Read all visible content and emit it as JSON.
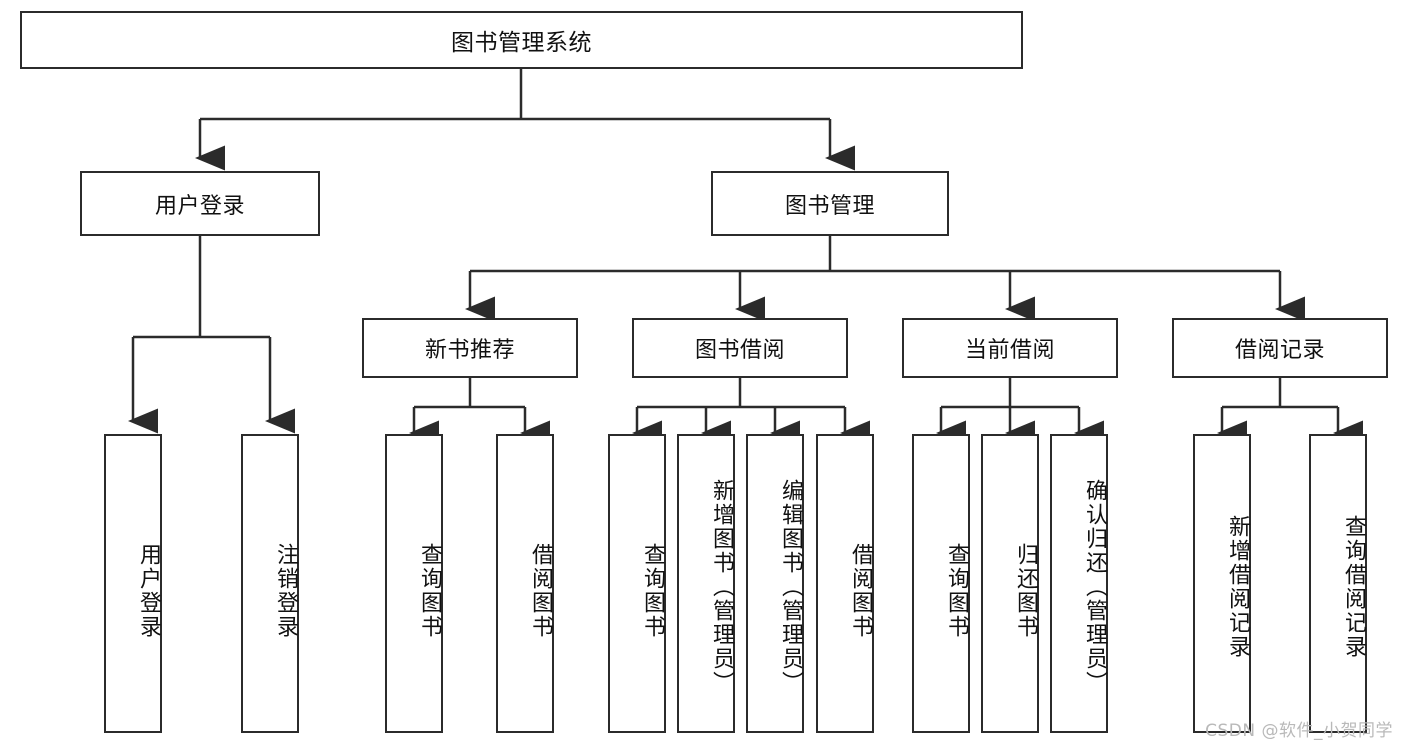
{
  "diagram": {
    "title": "图书管理系统",
    "watermark": "CSDN @软件_小贺同学",
    "accent_color": "#2b2b2b",
    "background_color": "#ffffff",
    "root": {
      "label": "图书管理系统"
    },
    "level2": [
      {
        "label": "用户登录"
      },
      {
        "label": "图书管理"
      }
    ],
    "level3": [
      {
        "label": "新书推荐"
      },
      {
        "label": "图书借阅"
      },
      {
        "label": "当前借阅"
      },
      {
        "label": "借阅记录"
      }
    ],
    "leaves": {
      "user_login": [
        {
          "label": "用户登录"
        },
        {
          "label": "注销登录"
        }
      ],
      "new_book_recommend": [
        {
          "label": "查询图书"
        },
        {
          "label": "借阅图书"
        }
      ],
      "book_borrow": [
        {
          "label": "查询图书"
        },
        {
          "label": "新增图书（管理员）"
        },
        {
          "label": "编辑图书（管理员）"
        },
        {
          "label": "借阅图书"
        }
      ],
      "current_borrow": [
        {
          "label": "查询图书"
        },
        {
          "label": "归还图书"
        },
        {
          "label": "确认归还（管理员）"
        }
      ],
      "borrow_record": [
        {
          "label": "新增借阅记录"
        },
        {
          "label": "查询借阅记录"
        }
      ]
    }
  },
  "chart_data": {
    "type": "diagram",
    "title": "图书管理系统",
    "orientation": "top-down-tree",
    "levels": 4,
    "nodes": [
      {
        "id": "root",
        "label": "图书管理系统",
        "level": 0,
        "parent": null
      },
      {
        "id": "n1",
        "label": "用户登录",
        "level": 1,
        "parent": "root"
      },
      {
        "id": "n2",
        "label": "图书管理",
        "level": 1,
        "parent": "root"
      },
      {
        "id": "n1-1",
        "label": "用户登录",
        "level": 2,
        "parent": "n1"
      },
      {
        "id": "n1-2",
        "label": "注销登录",
        "level": 2,
        "parent": "n1"
      },
      {
        "id": "n2-1",
        "label": "新书推荐",
        "level": 2,
        "parent": "n2"
      },
      {
        "id": "n2-2",
        "label": "图书借阅",
        "level": 2,
        "parent": "n2"
      },
      {
        "id": "n2-3",
        "label": "当前借阅",
        "level": 2,
        "parent": "n2"
      },
      {
        "id": "n2-4",
        "label": "借阅记录",
        "level": 2,
        "parent": "n2"
      },
      {
        "id": "n2-1-1",
        "label": "查询图书",
        "level": 3,
        "parent": "n2-1"
      },
      {
        "id": "n2-1-2",
        "label": "借阅图书",
        "level": 3,
        "parent": "n2-1"
      },
      {
        "id": "n2-2-1",
        "label": "查询图书",
        "level": 3,
        "parent": "n2-2"
      },
      {
        "id": "n2-2-2",
        "label": "新增图书（管理员）",
        "level": 3,
        "parent": "n2-2"
      },
      {
        "id": "n2-2-3",
        "label": "编辑图书（管理员）",
        "level": 3,
        "parent": "n2-2"
      },
      {
        "id": "n2-2-4",
        "label": "借阅图书",
        "level": 3,
        "parent": "n2-2"
      },
      {
        "id": "n2-3-1",
        "label": "查询图书",
        "level": 3,
        "parent": "n2-3"
      },
      {
        "id": "n2-3-2",
        "label": "归还图书",
        "level": 3,
        "parent": "n2-3"
      },
      {
        "id": "n2-3-3",
        "label": "确认归还（管理员）",
        "level": 3,
        "parent": "n2-3"
      },
      {
        "id": "n2-4-1",
        "label": "新增借阅记录",
        "level": 3,
        "parent": "n2-4"
      },
      {
        "id": "n2-4-2",
        "label": "查询借阅记录",
        "level": 3,
        "parent": "n2-4"
      }
    ]
  }
}
